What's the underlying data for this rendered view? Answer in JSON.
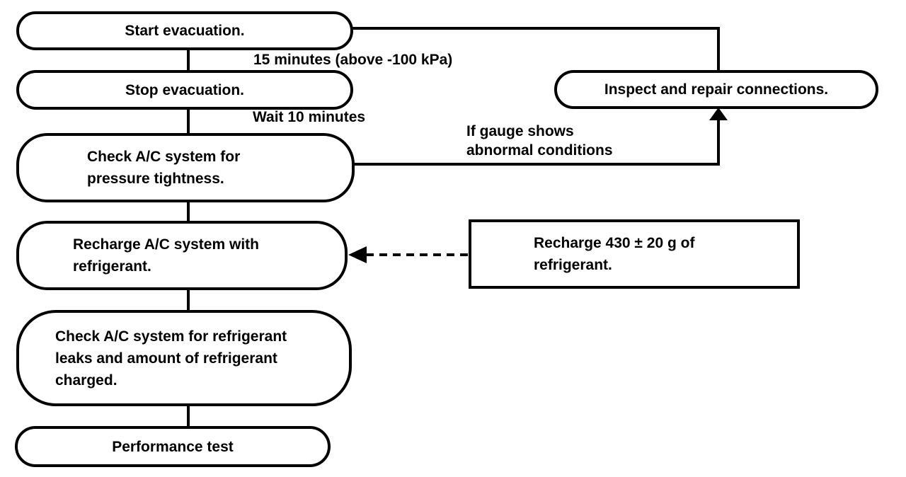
{
  "background": "#ffffff",
  "line_color": "#000000",
  "flowchart": {
    "nodes": [
      {
        "id": "start-evacuation",
        "shape": "rounded",
        "lines": [
          "Start evacuation."
        ]
      },
      {
        "id": "stop-evacuation",
        "shape": "rounded",
        "lines": [
          "Stop evacuation."
        ]
      },
      {
        "id": "check-pressure-tightness",
        "shape": "rounded",
        "lines": [
          "Check A/C system for",
          "pressure tightness."
        ]
      },
      {
        "id": "recharge-refrigerant",
        "shape": "rounded",
        "lines": [
          "Recharge A/C system with",
          "refrigerant."
        ]
      },
      {
        "id": "check-refrigerant-leaks",
        "shape": "rounded",
        "lines": [
          "Check A/C system for refrigerant",
          "leaks and amount of refrigerant",
          "charged."
        ]
      },
      {
        "id": "performance-test",
        "shape": "rounded",
        "lines": [
          "Performance test"
        ]
      },
      {
        "id": "inspect-repair-connections",
        "shape": "rounded",
        "lines": [
          "Inspect and repair connections."
        ]
      },
      {
        "id": "recharge-amount-note",
        "shape": "rectangle",
        "lines": [
          "Recharge 430 ± 20 g of",
          "refrigerant."
        ]
      }
    ],
    "edge_labels": [
      {
        "id": "evacuation-time",
        "lines": [
          "15 minutes (above -100 kPa)"
        ]
      },
      {
        "id": "wait-time",
        "lines": [
          "Wait 10 minutes"
        ]
      },
      {
        "id": "gauge-condition",
        "lines": [
          "If gauge shows",
          "abnormal conditions"
        ]
      }
    ]
  }
}
